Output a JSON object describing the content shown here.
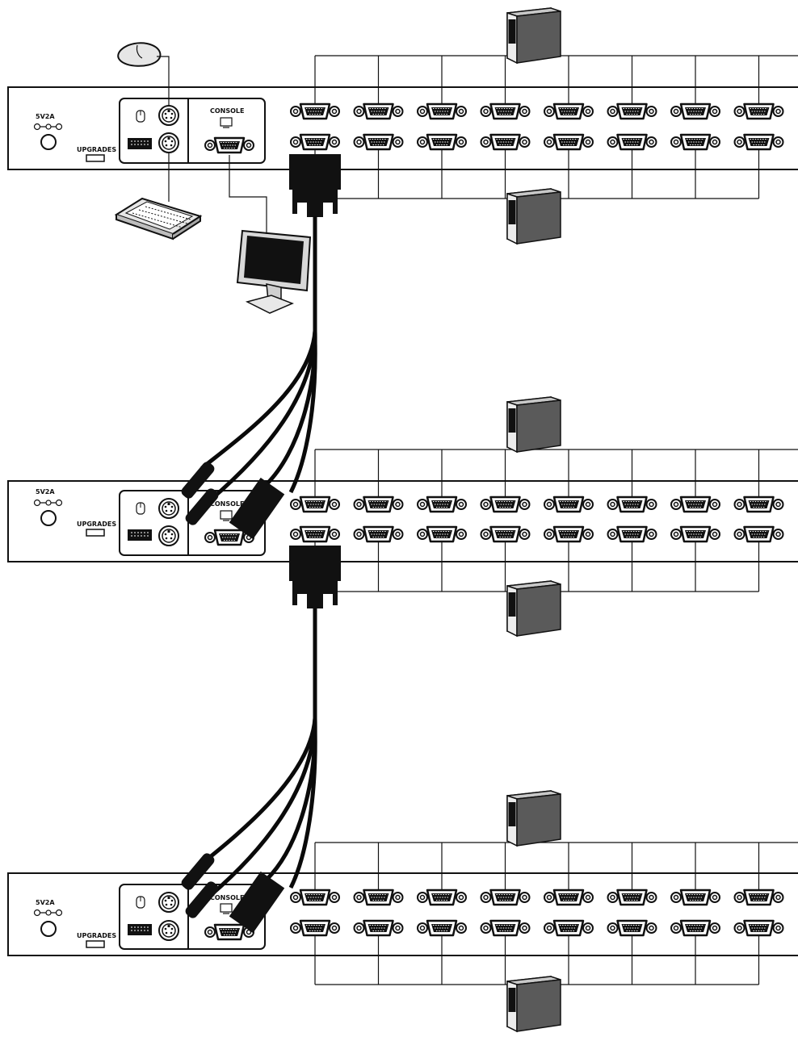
{
  "units": [
    {
      "power_label": "5V⁡2A",
      "upgrades_label": "UPGRADES",
      "console_label": "CONSOLE"
    },
    {
      "power_label": "5V⁡2A",
      "upgrades_label": "UPGRADES",
      "console_label": "CONSOLE"
    },
    {
      "power_label": "5V⁡2A",
      "upgrades_label": "UPGRADES",
      "console_label": "CONSOLE"
    }
  ],
  "ports_per_row": 8,
  "computers_per_bus": 1,
  "icons": {
    "power": "dc-polarity-icon",
    "mouse_port": "mouse-icon",
    "keyboard_port": "keyboard-icon",
    "monitor": "monitor-icon",
    "computer": "tower-pc-icon"
  },
  "colors": {
    "line": "#111111",
    "panel": "#ffffff",
    "cable": "#0a0a0a",
    "pc_side": "#6e6e6e",
    "pc_front": "#d9d9d9"
  }
}
